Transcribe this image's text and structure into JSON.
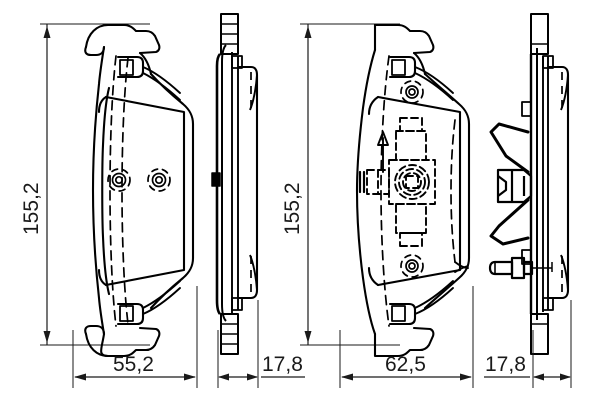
{
  "drawing": {
    "type": "technical-drawing",
    "subject": "disc brake pad set",
    "units": "mm",
    "views": [
      {
        "id": "view-1",
        "name": "front-view-pad-left",
        "label": ""
      },
      {
        "id": "view-2",
        "name": "side-view-pad-left",
        "label": ""
      },
      {
        "id": "view-3",
        "name": "front-view-pad-right-with-wear-sensor",
        "label": ""
      },
      {
        "id": "view-4",
        "name": "side-view-pad-right-with-clips",
        "label": ""
      }
    ]
  },
  "dimensions": {
    "height_left": "155,2",
    "height_right": "155,2",
    "width_pad_left": "55,2",
    "thickness_pad_left": "17,8",
    "width_pad_right": "62,5",
    "thickness_pad_right": "17,8"
  },
  "annotations": {
    "direction_arrow": "up-arrow",
    "wear_sensor": "wear-indicator-contact"
  },
  "colors": {
    "line": "#000000",
    "dimension_line": "#1a1a1a",
    "background": "#ffffff"
  }
}
